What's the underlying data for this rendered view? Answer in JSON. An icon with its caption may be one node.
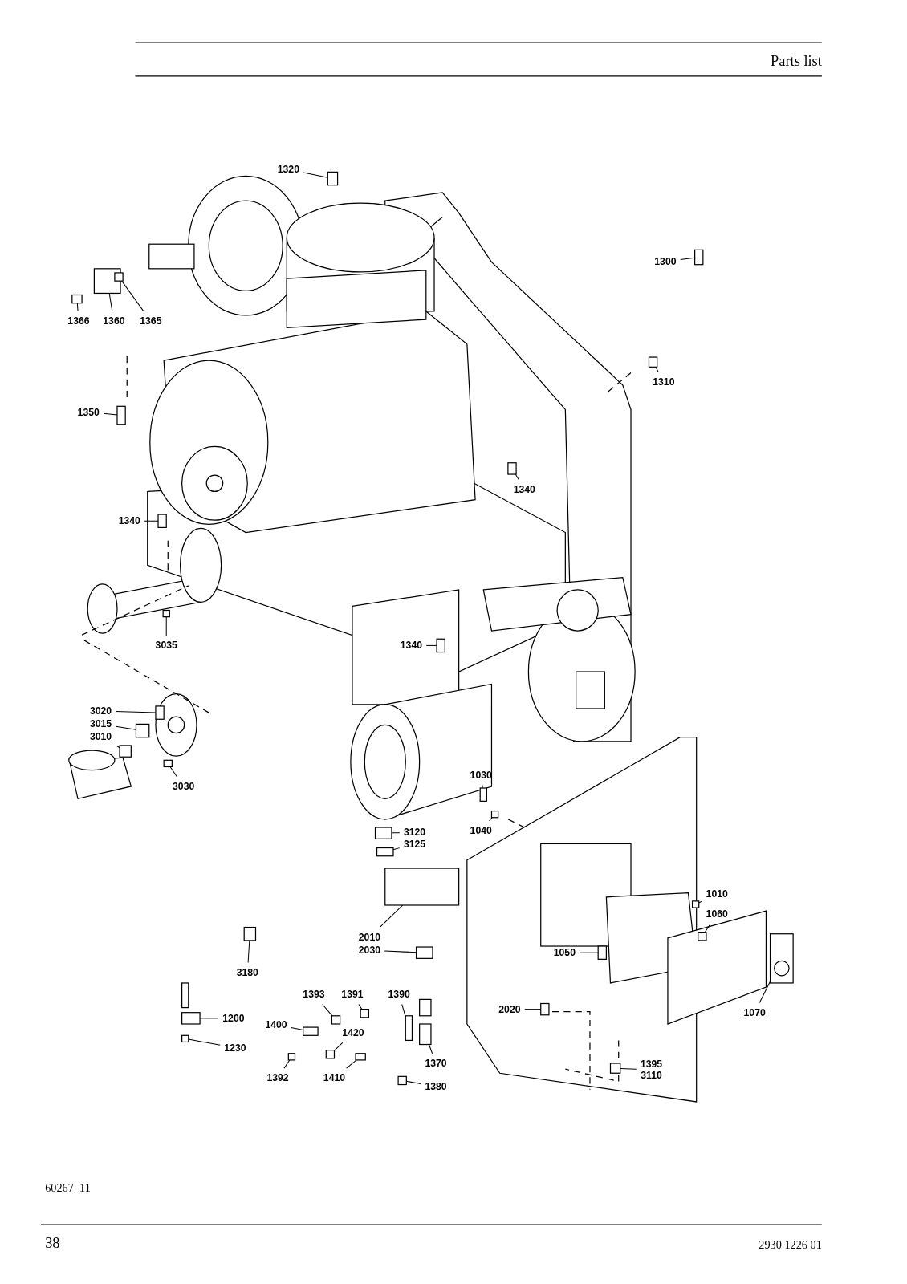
{
  "diagram": {
    "title": "Parts list",
    "nodes": [
      {
        "text": [
          "1320"
        ]
      },
      {
        "text": [
          "1300"
        ]
      },
      {
        "text": [
          "1366"
        ]
      },
      {
        "text": [
          "1360"
        ]
      },
      {
        "text": [
          "1365"
        ]
      },
      {
        "text": [
          "1310"
        ]
      },
      {
        "text": [
          "1350"
        ]
      },
      {
        "text": [
          "1340"
        ]
      },
      {
        "text": [
          "1340"
        ]
      },
      {
        "text": [
          "3035"
        ]
      },
      {
        "text": [
          "1340"
        ]
      },
      {
        "text": [
          "3020"
        ]
      },
      {
        "text": [
          "3015"
        ]
      },
      {
        "text": [
          "3010"
        ]
      },
      {
        "text": [
          "3030"
        ]
      },
      {
        "text": [
          "1030"
        ]
      },
      {
        "text": [
          "1040"
        ]
      },
      {
        "text": [
          "3120"
        ]
      },
      {
        "text": [
          "3125"
        ]
      },
      {
        "text": [
          "1010"
        ]
      },
      {
        "text": [
          "1060"
        ]
      },
      {
        "text": [
          "2010"
        ]
      },
      {
        "text": [
          "2030"
        ]
      },
      {
        "text": [
          "1050"
        ]
      },
      {
        "text": [
          "3180"
        ]
      },
      {
        "text": [
          "1393"
        ]
      },
      {
        "text": [
          "1391"
        ]
      },
      {
        "text": [
          "1390"
        ]
      },
      {
        "text": [
          "1200"
        ]
      },
      {
        "text": [
          "1400"
        ]
      },
      {
        "text": [
          "1420"
        ]
      },
      {
        "text": [
          "2020"
        ]
      },
      {
        "text": [
          "1230"
        ]
      },
      {
        "text": [
          "1370"
        ]
      },
      {
        "text": [
          "1392"
        ]
      },
      {
        "text": [
          "1410"
        ]
      },
      {
        "text": [
          "1395",
          "3110"
        ]
      },
      {
        "text": [
          "1380"
        ]
      },
      {
        "text": [
          "1070"
        ]
      },
      {
        "text": [],
        "shape": "box"
      },
      {
        "text": [],
        "shape": "box"
      },
      {
        "text": [],
        "shape": "box"
      },
      {
        "text": [],
        "shape": "box"
      },
      {
        "text": [],
        "shape": "box"
      },
      {
        "text": [],
        "shape": "box"
      },
      {
        "text": [],
        "shape": "box"
      },
      {
        "text": [],
        "shape": "box"
      },
      {
        "text": [],
        "shape": "box"
      },
      {
        "text": [],
        "shape": "box"
      },
      {
        "text": [],
        "shape": "box"
      },
      {
        "text": [],
        "shape": "box"
      },
      {
        "text": [],
        "shape": "box"
      },
      {
        "text": [],
        "shape": "box"
      },
      {
        "text": [],
        "shape": "box"
      },
      {
        "text": [],
        "shape": "box"
      },
      {
        "text": [],
        "shape": "box"
      },
      {
        "text": [],
        "shape": "box"
      },
      {
        "text": [],
        "shape": "box"
      },
      {
        "text": [],
        "shape": "box"
      },
      {
        "text": [],
        "shape": "box"
      },
      {
        "text": [],
        "shape": "box"
      },
      {
        "text": [],
        "shape": "box"
      },
      {
        "text": [],
        "shape": "box"
      },
      {
        "text": [],
        "shape": "box"
      },
      {
        "text": [],
        "shape": "box"
      },
      {
        "text": [],
        "shape": "box"
      },
      {
        "text": [],
        "shape": "box"
      },
      {
        "text": [],
        "shape": "box"
      },
      {
        "text": [],
        "shape": "box"
      },
      {
        "text": [],
        "shape": "box"
      },
      {
        "text": [],
        "shape": "box"
      },
      {
        "text": [],
        "shape": "box"
      },
      {
        "text": [],
        "shape": "box"
      },
      {
        "text": [],
        "shape": "box"
      },
      {
        "text": [],
        "shape": "box"
      },
      {
        "text": [],
        "shape": "box"
      },
      {
        "text": [],
        "shape": "box"
      },
      {
        "text": [],
        "shape": "box"
      }
    ],
    "edges": [
      {
        "from": 0,
        "to": 39,
        "arrow": "none"
      },
      {
        "from": 1,
        "to": 40,
        "arrow": "none"
      },
      {
        "from": 2,
        "to": 41,
        "arrow": "none"
      },
      {
        "from": 3,
        "to": 42,
        "arrow": "none"
      },
      {
        "from": 4,
        "to": 43,
        "arrow": "none"
      },
      {
        "from": 5,
        "to": 44,
        "arrow": "none"
      },
      {
        "from": 6,
        "to": 45,
        "arrow": "none"
      },
      {
        "from": 7,
        "to": 46,
        "arrow": "none"
      },
      {
        "from": 8,
        "to": 47,
        "arrow": "none"
      },
      {
        "from": 9,
        "to": 48,
        "arrow": "none"
      },
      {
        "from": 10,
        "to": 49,
        "arrow": "none"
      },
      {
        "from": 11,
        "to": 50,
        "arrow": "none"
      },
      {
        "from": 12,
        "to": 51,
        "arrow": "none"
      },
      {
        "from": 13,
        "to": 52,
        "arrow": "none"
      },
      {
        "from": 14,
        "to": 53,
        "arrow": "none"
      },
      {
        "from": 15,
        "to": 54,
        "arrow": "none"
      },
      {
        "from": 16,
        "to": 55,
        "arrow": "none"
      },
      {
        "from": 17,
        "to": 56,
        "arrow": "none"
      },
      {
        "from": 18,
        "to": 57,
        "arrow": "none"
      },
      {
        "from": 19,
        "to": 58,
        "arrow": "none"
      },
      {
        "from": 20,
        "to": 59,
        "arrow": "none"
      },
      {
        "from": 21,
        "to": 60,
        "arrow": "none"
      },
      {
        "from": 22,
        "to": 61,
        "arrow": "none"
      },
      {
        "from": 23,
        "to": 62,
        "arrow": "none"
      },
      {
        "from": 24,
        "to": 63,
        "arrow": "none"
      },
      {
        "from": 25,
        "to": 64,
        "arrow": "none"
      },
      {
        "from": 26,
        "to": 65,
        "arrow": "none"
      },
      {
        "from": 27,
        "to": 66,
        "arrow": "none"
      },
      {
        "from": 28,
        "to": 67,
        "arrow": "none"
      },
      {
        "from": 29,
        "to": 68,
        "arrow": "none"
      },
      {
        "from": 30,
        "to": 69,
        "arrow": "none"
      },
      {
        "from": 31,
        "to": 70,
        "arrow": "none"
      },
      {
        "from": 32,
        "to": 71,
        "arrow": "none"
      },
      {
        "from": 33,
        "to": 72,
        "arrow": "none"
      },
      {
        "from": 34,
        "to": 73,
        "arrow": "none"
      },
      {
        "from": 35,
        "to": 74,
        "arrow": "none"
      },
      {
        "from": 36,
        "to": 75,
        "arrow": "none"
      },
      {
        "from": 37,
        "to": 76,
        "arrow": "none"
      },
      {
        "from": 38,
        "to": 77,
        "arrow": "none"
      }
    ],
    "labels": [
      "60267_11",
      "38",
      "2930 1226 01"
    ]
  }
}
